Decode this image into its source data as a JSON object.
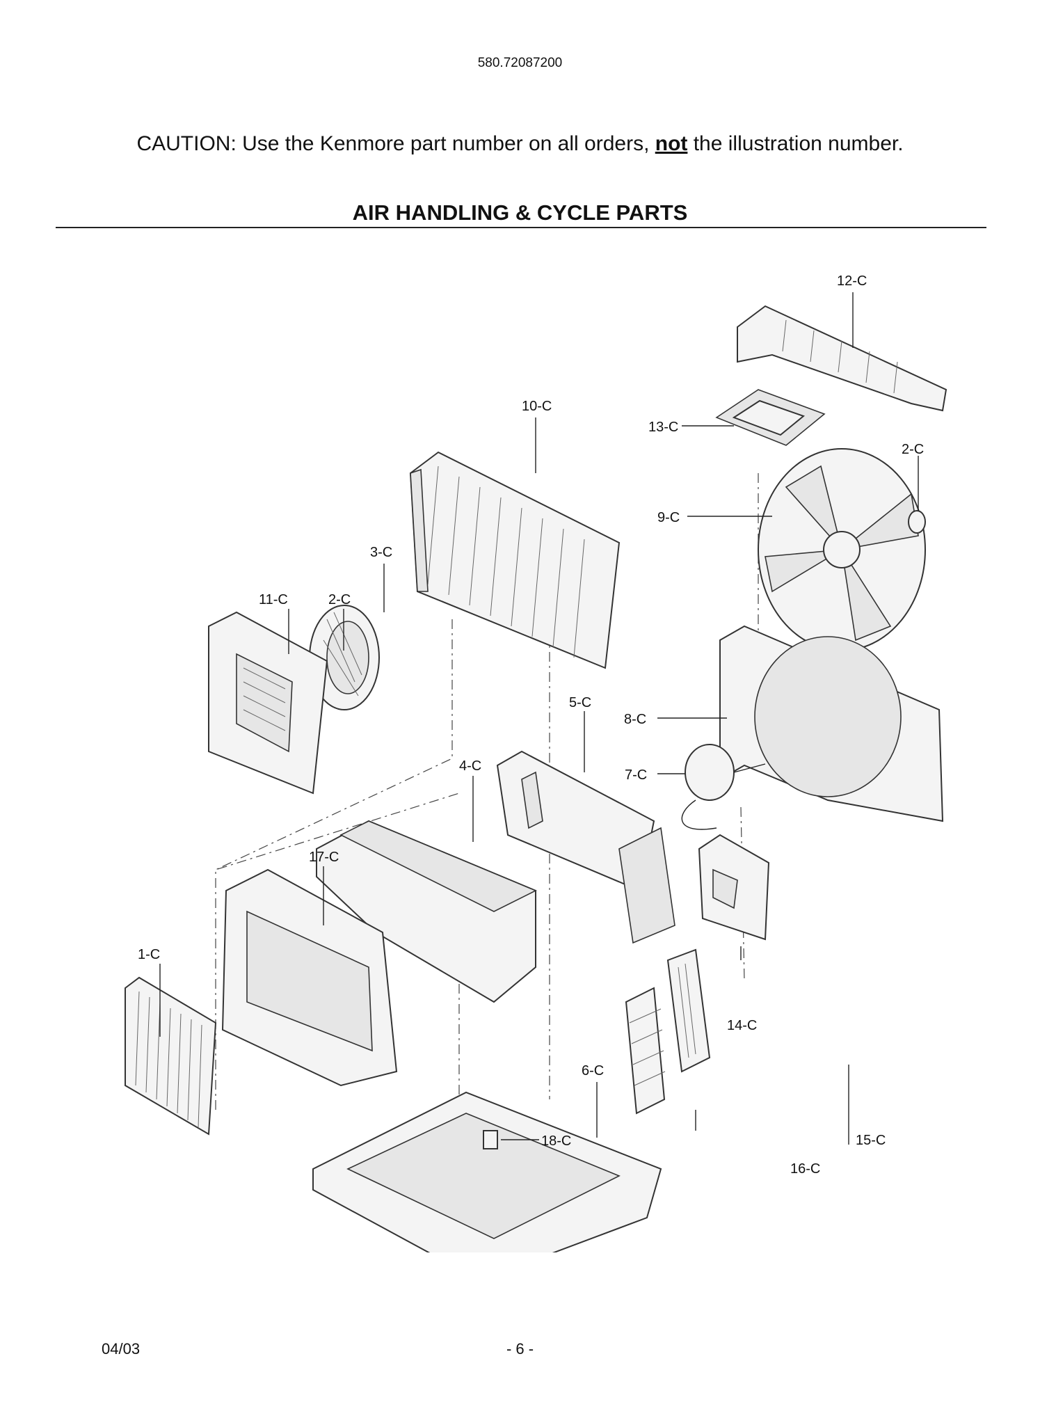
{
  "header": {
    "model_number": "580.72087200"
  },
  "caution": {
    "prefix": "CAUTION: Use the Kenmore part number on all orders, ",
    "emphasis": "not",
    "suffix": " the illustration number."
  },
  "section_title": "AIR HANDLING & CYCLE PARTS",
  "diagram": {
    "callouts": {
      "c1": "1-C",
      "c2a": "2-C",
      "c2b": "2-C",
      "c3": "3-C",
      "c4": "4-C",
      "c5": "5-C",
      "c6": "6-C",
      "c7": "7-C",
      "c8": "8-C",
      "c9": "9-C",
      "c10": "10-C",
      "c11": "11-C",
      "c12": "12-C",
      "c13": "13-C",
      "c14": "14-C",
      "c15": "15-C",
      "c16": "16-C",
      "c17": "17-C",
      "c18": "18-C"
    }
  },
  "footer": {
    "date": "04/03",
    "page": "- 6 -"
  }
}
